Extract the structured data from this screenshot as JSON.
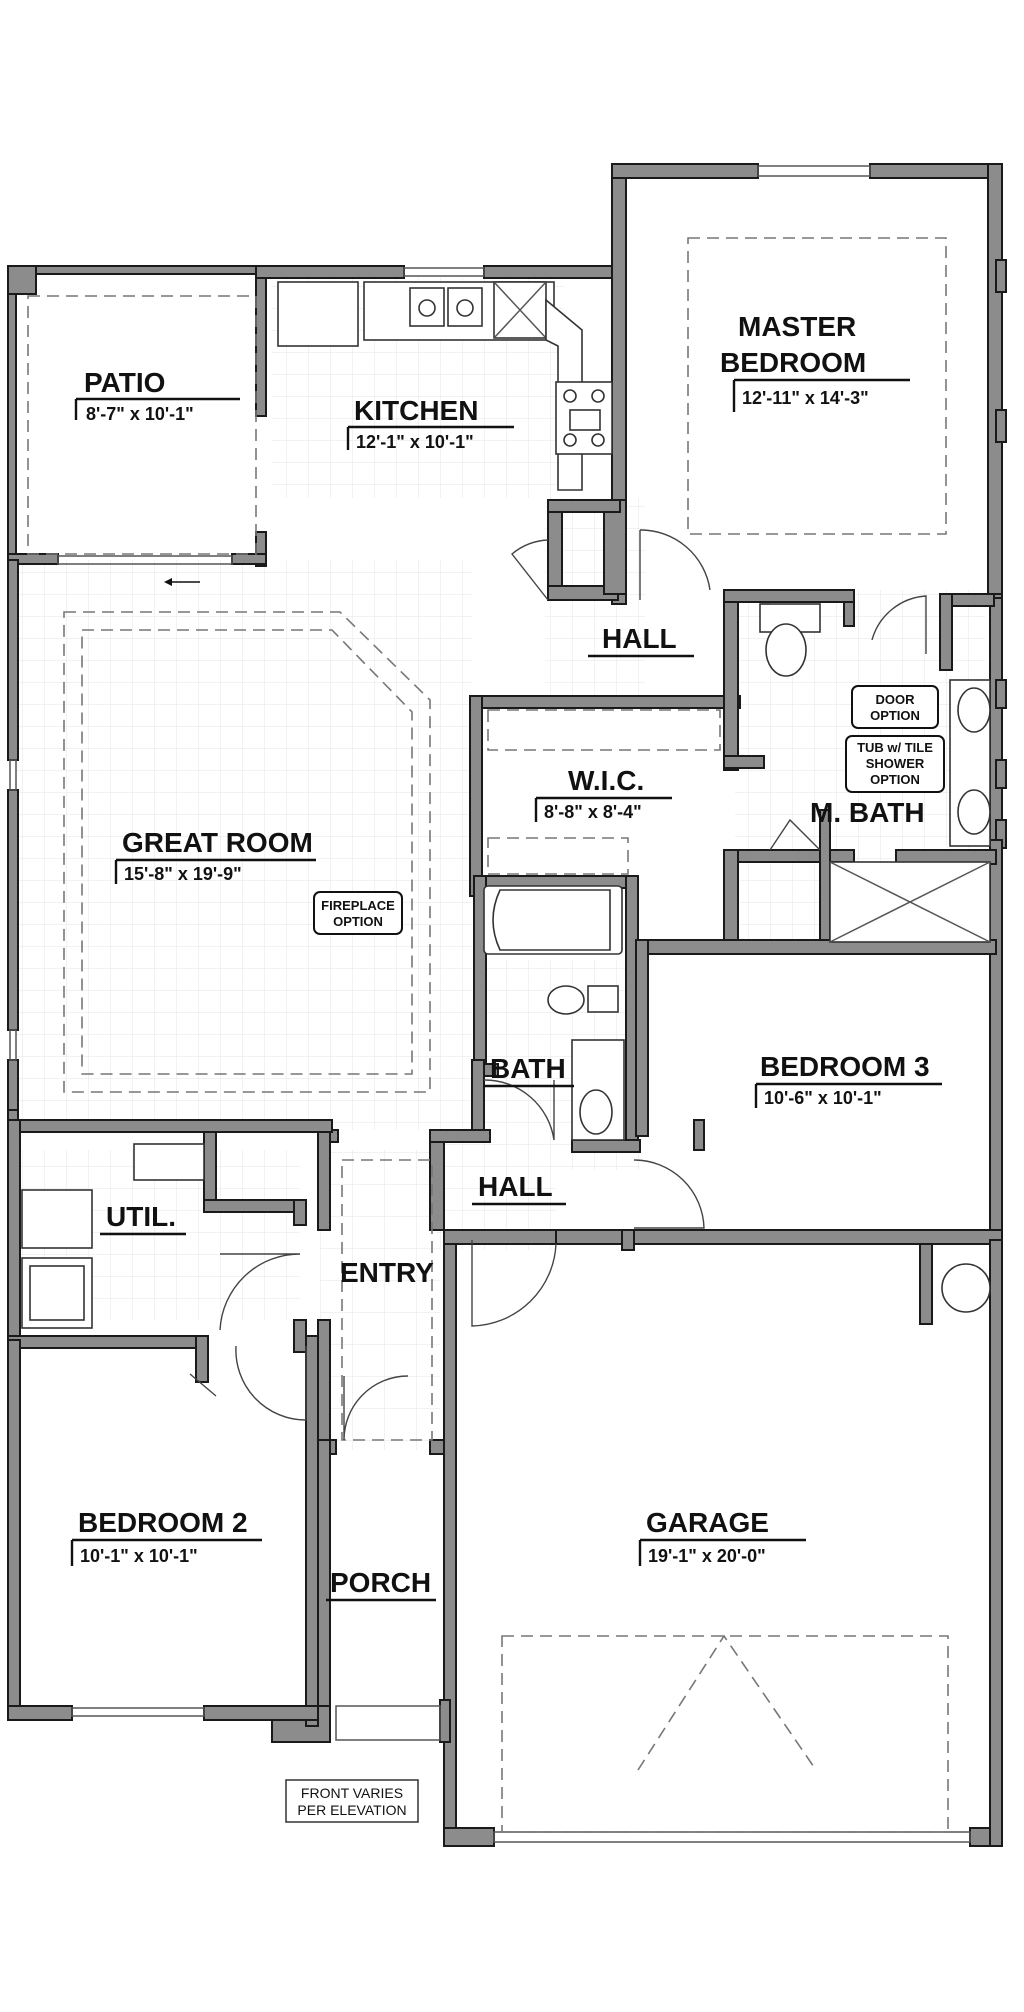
{
  "rooms": {
    "patio": {
      "name": "PATIO",
      "dim": "8'-7\" x 10'-1\""
    },
    "kitchen": {
      "name": "KITCHEN",
      "dim": "12'-1\" x 10'-1\""
    },
    "master_bedroom": {
      "name_line1": "MASTER",
      "name_line2": "BEDROOM",
      "dim": "12'-11\" x 14'-3\""
    },
    "hall_top": {
      "name": "HALL"
    },
    "great_room": {
      "name": "GREAT ROOM",
      "dim": "15'-8\" x 19'-9\""
    },
    "wic": {
      "name": "W.I.C.",
      "dim": "8'-8\" x 8'-4\""
    },
    "master_bath": {
      "name": "M. BATH"
    },
    "bath": {
      "name": "BATH"
    },
    "bedroom3": {
      "name": "BEDROOM 3",
      "dim": "10'-6\" x 10'-1\""
    },
    "hall_mid": {
      "name": "HALL"
    },
    "util": {
      "name": "UTIL."
    },
    "entry": {
      "name": "ENTRY"
    },
    "bedroom2": {
      "name": "BEDROOM 2",
      "dim": "10'-1\" x 10'-1\""
    },
    "porch": {
      "name": "PORCH"
    },
    "garage": {
      "name": "GARAGE",
      "dim": "19'-1\" x 20'-0\""
    }
  },
  "options": {
    "fireplace": {
      "line1": "FIREPLACE",
      "line2": "OPTION"
    },
    "door": {
      "line1": "DOOR",
      "line2": "OPTION"
    },
    "tub": {
      "line1": "TUB w/ TILE",
      "line2": "SHOWER",
      "line3": "OPTION"
    }
  },
  "notes": {
    "front_varies_line1": "FRONT VARIES",
    "front_varies_line2": "PER ELEVATION"
  }
}
